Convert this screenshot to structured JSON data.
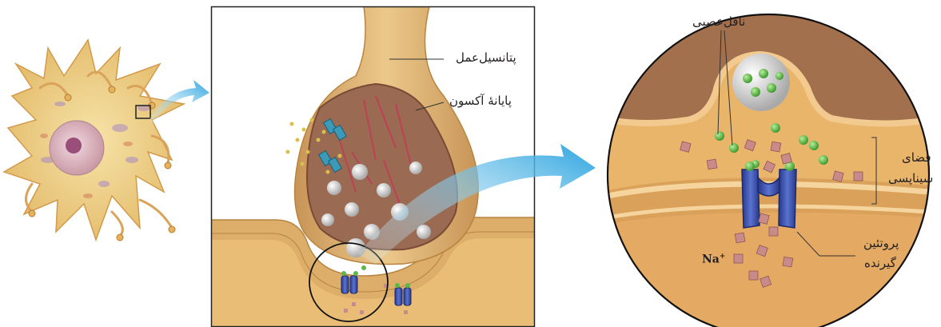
{
  "labels": {
    "action_potential": "پتانسیل‌عمل",
    "axon_terminal": "پایانهٔ آکسون",
    "neurotransmitter": "ناقل‌عصبی",
    "synaptic_space_line1": "فضای",
    "synaptic_space_line2": "سیناپسی",
    "receptor_protein_line1": "پروتئین",
    "receptor_protein_line2": "گیرنده",
    "sodium_ion": "Na",
    "sodium_charge": "+"
  },
  "colors": {
    "neuron_body": "#e8c87a",
    "axon_tan": "#d9a968",
    "terminal_interior": "#9a6a52",
    "vesicle": "#dcdcdc",
    "neurotransmitter_green": "#5cb84a",
    "receptor_blue": "#3a4fa0",
    "sodium_pink": "#c98a8a",
    "arrow_blue": "#3aa9e0",
    "frame": "#222222"
  },
  "icons": [
    "blue-arrow-icon",
    "magnifier-circle-icon"
  ]
}
